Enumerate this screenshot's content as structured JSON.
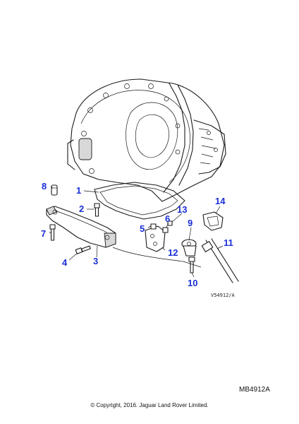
{
  "diagram": {
    "callouts": [
      {
        "id": "1",
        "text": "1"
      },
      {
        "id": "2",
        "text": "2"
      },
      {
        "id": "3",
        "text": "3"
      },
      {
        "id": "4",
        "text": "4"
      },
      {
        "id": "5",
        "text": "5"
      },
      {
        "id": "6",
        "text": "6"
      },
      {
        "id": "7",
        "text": "7"
      },
      {
        "id": "8",
        "text": "8"
      },
      {
        "id": "9",
        "text": "9"
      },
      {
        "id": "10",
        "text": "10"
      },
      {
        "id": "11",
        "text": "11"
      },
      {
        "id": "12",
        "text": "12"
      },
      {
        "id": "13",
        "text": "13"
      },
      {
        "id": "14",
        "text": "14"
      }
    ],
    "illustration_ref": "V54912/A",
    "diagram_code": "MB4912A",
    "copyright": "© Copyright, 2016. Jaguar Land Rover Limited.",
    "colors": {
      "callout": "#1a2fd6",
      "line": "#1a1a1a",
      "background": "#ffffff"
    }
  }
}
